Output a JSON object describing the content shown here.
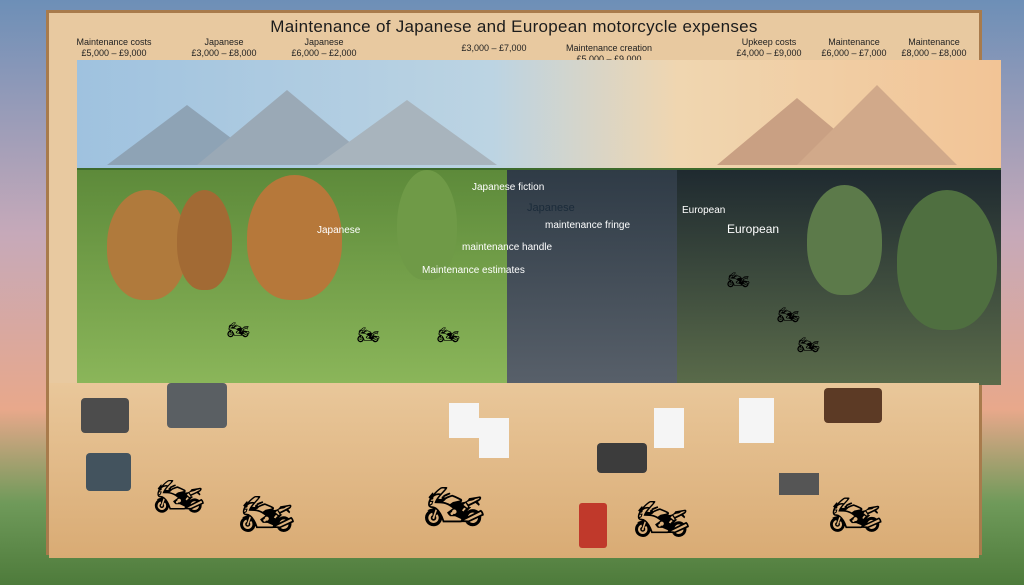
{
  "title": "Maintenance of Japanese and European motorcycle expenses",
  "headers": [
    {
      "label": "Maintenance costs",
      "range": "£5,000 – £9,000"
    },
    {
      "label": "Japanese",
      "range": "£3,000 – £8,000"
    },
    {
      "label": "Japanese",
      "range": "£6,000 – £2,000"
    },
    {
      "label": "",
      "range": "£3,000 – £7,000"
    },
    {
      "label": "Maintenance creation",
      "range": "£5,000 – £9,000"
    },
    {
      "label": "Upkeep costs",
      "range": "£4,000 – £9,000"
    },
    {
      "label": "Maintenance",
      "range": "£6,000 – £7,000"
    },
    {
      "label": "Maintenance",
      "range": "£8,000 – £8,000"
    }
  ],
  "scene_labels": {
    "japanese_left": "Japanese",
    "japanese_fiction": "Japanese fiction",
    "japanese_mid": "Japanese",
    "maintenance_mid": "maintenance fringe",
    "maintenance_handle": "maintenance handle",
    "maintenance_estimate": "Maintenance estimates",
    "european_small": "European",
    "european_big": "European"
  },
  "colors": {
    "board": "#e8c9a0",
    "frame": "#a87b4c"
  }
}
